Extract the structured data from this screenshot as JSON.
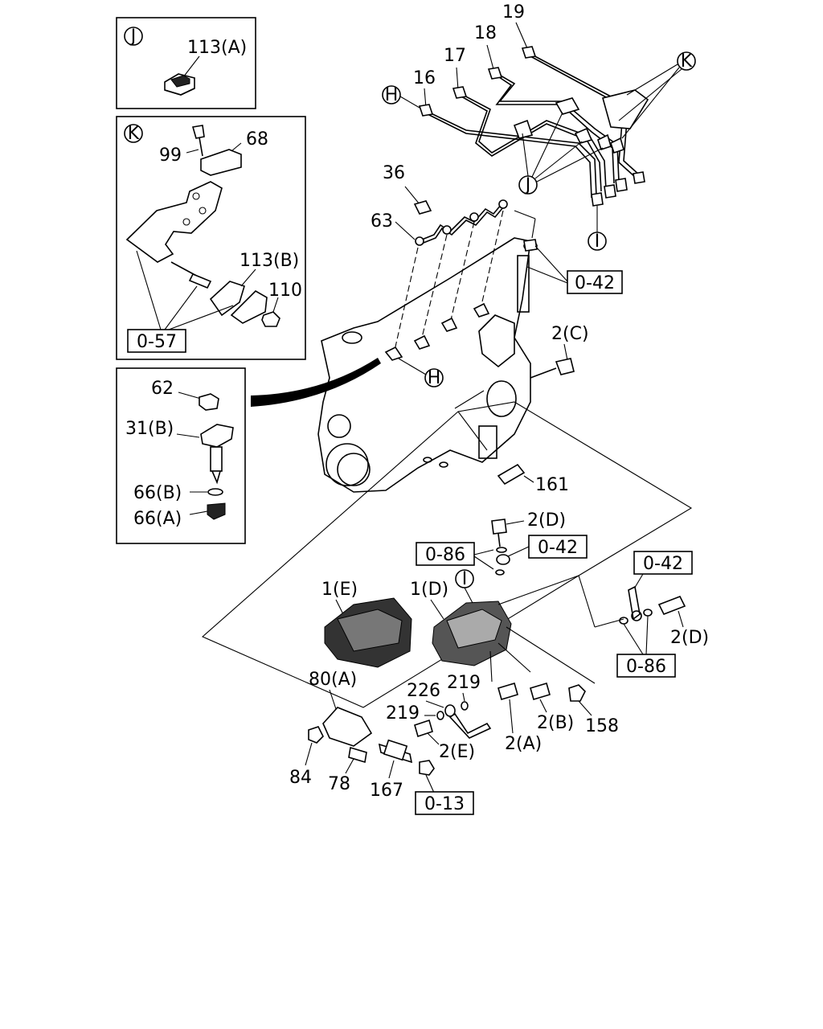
{
  "insets": {
    "j": {
      "marker": "J",
      "part": "113(A)"
    },
    "k": {
      "marker": "K",
      "parts": [
        "99",
        "68",
        "113(B)",
        "110"
      ],
      "ref": "0-57"
    },
    "injector": {
      "parts": [
        "62",
        "31(B)",
        "66(B)",
        "66(A)"
      ]
    }
  },
  "pipes": {
    "parts": [
      "19",
      "18",
      "17",
      "16"
    ],
    "markers": [
      "H",
      "K",
      "J",
      "I"
    ]
  },
  "engine": {
    "parts": [
      "36",
      "63",
      "2(C)",
      "161"
    ],
    "refs": [
      "0-42"
    ],
    "markers": [
      "H"
    ]
  },
  "pump": {
    "parts": [
      "2(D)",
      "1(E)",
      "1(D)",
      "226",
      "219",
      "219",
      "2(A)",
      "2(B)",
      "158",
      "2(E)",
      "2(D)"
    ],
    "refs": [
      "0-86",
      "0-42",
      "0-42",
      "0-86"
    ],
    "markers": [
      "I"
    ]
  },
  "bracket": {
    "parts": [
      "80(A)",
      "84",
      "78",
      "167"
    ],
    "refs": [
      "0-13"
    ]
  }
}
